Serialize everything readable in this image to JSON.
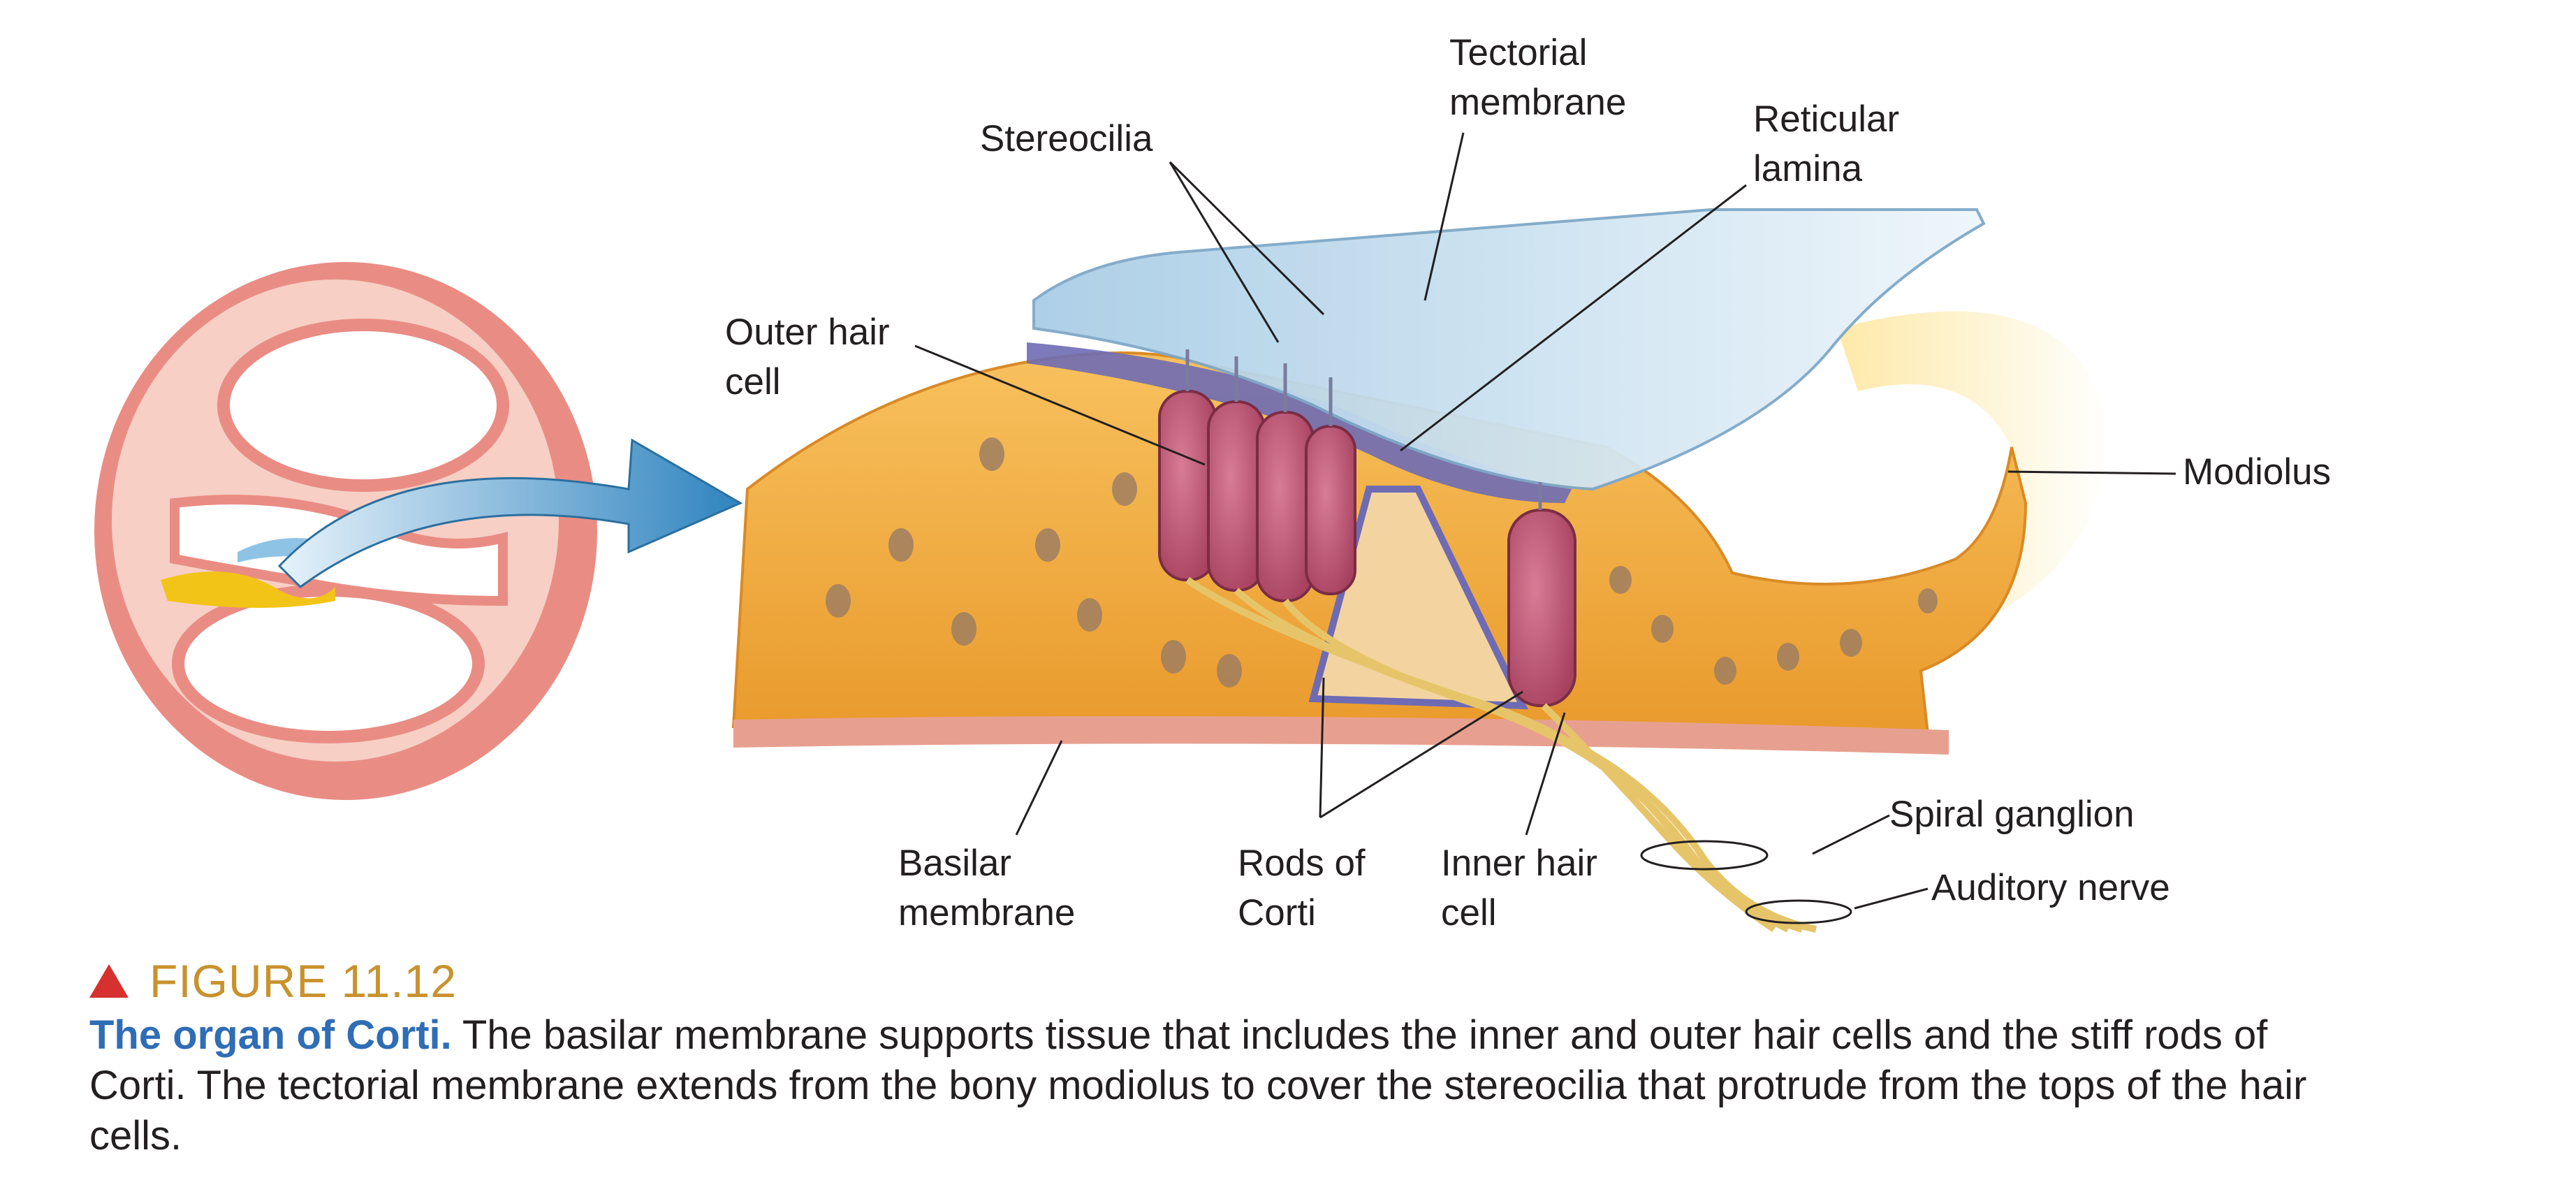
{
  "labels": {
    "tectorial": "Tectorial\nmembrane",
    "stereocilia": "Stereocilia",
    "reticular": "Reticular\nlamina",
    "outer_hair": "Outer hair\ncell",
    "modiolus": "Modiolus",
    "spiral_ganglion": "Spiral ganglion",
    "auditory_nerve": "Auditory nerve",
    "basilar": "Basilar\nmembrane",
    "rods": "Rods of\nCorti",
    "inner_hair": "Inner hair\ncell"
  },
  "caption": {
    "figure_number": "FIGURE 11.12",
    "title": "The organ of Corti.",
    "body": " The basilar membrane supports tissue that includes the inner and outer hair cells and the stiff rods of Corti. The tectorial membrane extends from the bony modiolus to cover the stereocilia that protrude from the tops of the hair cells."
  },
  "colors": {
    "cochlea_wall": "#e98d84",
    "cochlea_inner": "#f7cfc5",
    "tissue": "#f4b04a",
    "hair_cell": "#c45a78",
    "tectorial": "#bcd8ea",
    "reticular": "#6e6bb4",
    "arrow": "#3a8bc1",
    "nerve": "#e6c56a",
    "figure_number": "#c8922d",
    "caption_title": "#2f6db5",
    "triangle": "#d6312f"
  }
}
